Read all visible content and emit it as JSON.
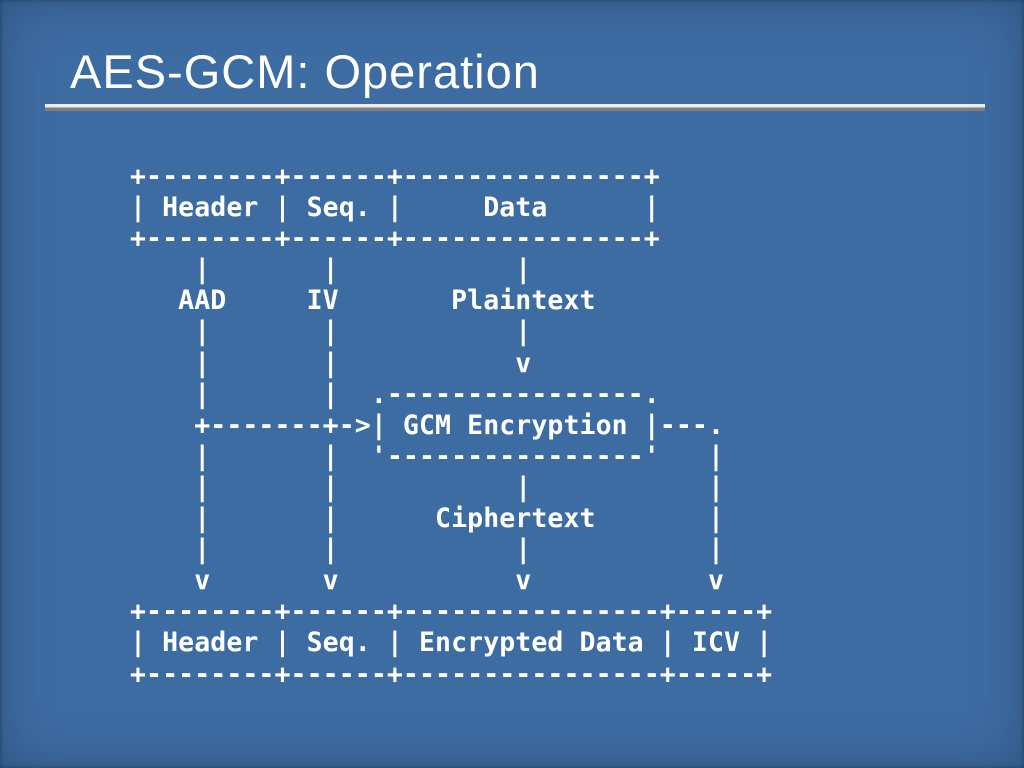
{
  "slide": {
    "title": "AES-GCM: Operation",
    "background_color": "#3d6ca3",
    "text_color": "#ffffff",
    "rule_top_color": "#ececea",
    "rule_bottom_color": "#7e7e7e"
  },
  "diagram": {
    "type": "ascii-flow-diagram",
    "ascii_lines": [
      "+--------+------+---------------+",
      "| Header | Seq. |     Data      |",
      "+--------+------+---------------+",
      "    |       |           |",
      "   AAD     IV       Plaintext",
      "    |       |           |",
      "    |       |           v",
      "    |       |  .----------------.",
      "    +-------+->| GCM Encryption |---.",
      "    |       |  '----------------'   |",
      "    |       |           |           |",
      "    |       |      Ciphertext       |",
      "    |       |           |           |",
      "    v       v           v           v",
      "+--------+------+----------------+-----+",
      "| Header | Seq. | Encrypted Data | ICV |",
      "+--------+------+----------------+-----+"
    ],
    "nodes": {
      "input_packet_fields": [
        "Header",
        "Seq.",
        "Data"
      ],
      "inputs": [
        "AAD",
        "IV",
        "Plaintext"
      ],
      "process": "GCM Encryption",
      "output_label": "Ciphertext",
      "output_packet_fields": [
        "Header",
        "Seq.",
        "Encrypted Data",
        "ICV"
      ]
    }
  }
}
